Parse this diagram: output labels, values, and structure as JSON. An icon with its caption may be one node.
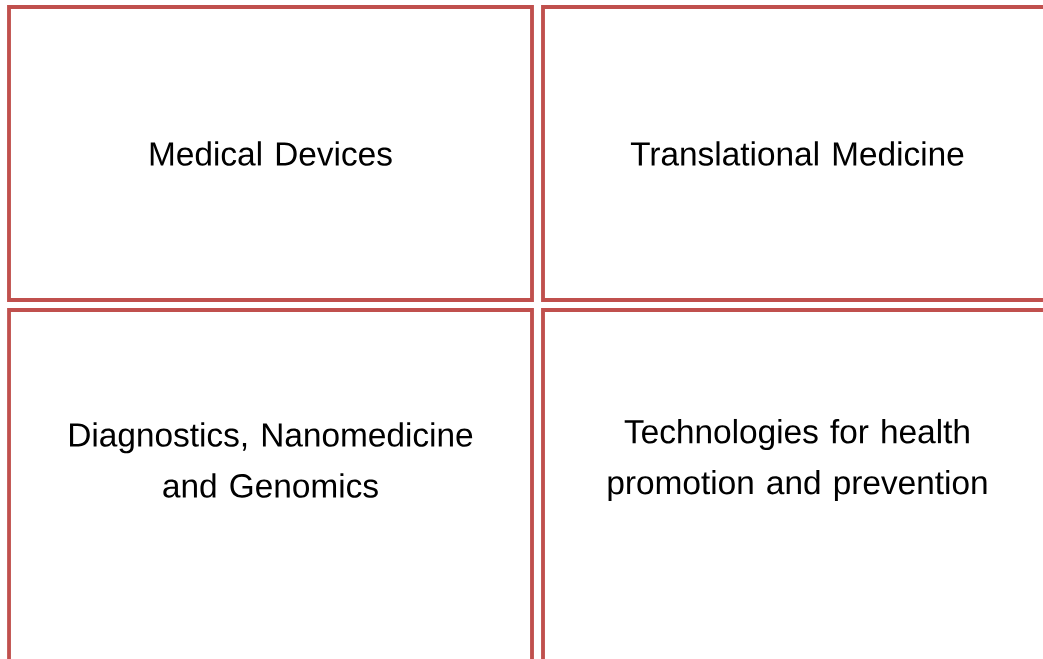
{
  "diagram": {
    "nodes": [
      {
        "text": [
          "Medical Devices"
        ]
      },
      {
        "text": [
          "Translational Medicine"
        ]
      },
      {
        "text": [
          "Diagnostics, Nanomedicine and Genomics"
        ]
      },
      {
        "text": [
          "Technologies for health promotion and prevention"
        ]
      }
    ]
  }
}
